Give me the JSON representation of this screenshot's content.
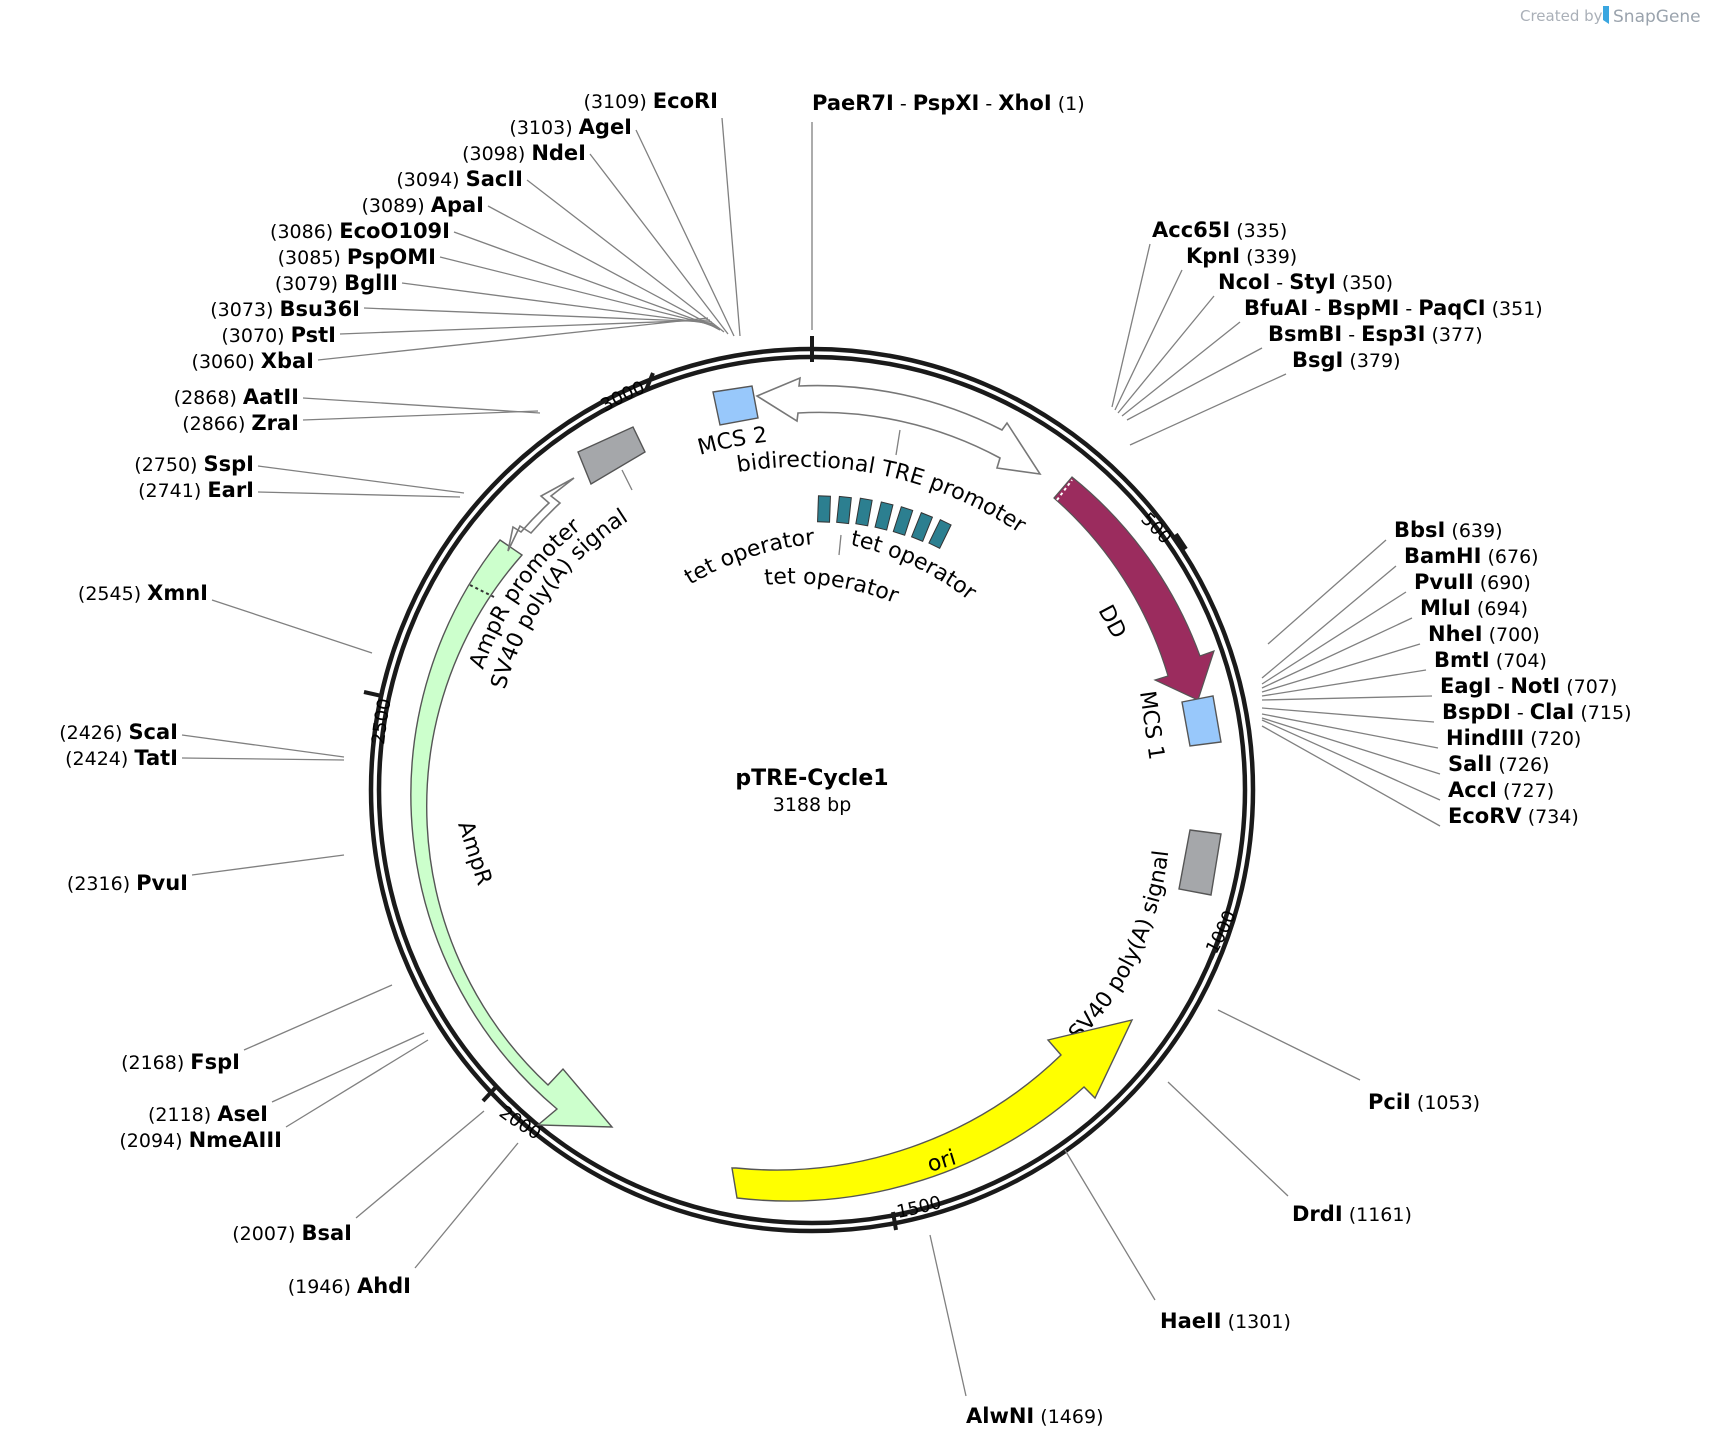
{
  "credit": {
    "created_by": "Created by",
    "brand": "SnapGene"
  },
  "plasmid": {
    "name": "pTRE-Cycle1",
    "length_label": "3188 bp",
    "length": 3188
  },
  "tick_marks": [
    {
      "label": "500",
      "pos": 500
    },
    {
      "label": "1000",
      "pos": 1000
    },
    {
      "label": "1500",
      "pos": 1500
    },
    {
      "label": "2000",
      "pos": 2000
    },
    {
      "label": "2500",
      "pos": 2500
    },
    {
      "label": "3000",
      "pos": 3000
    }
  ],
  "features": [
    {
      "name": "MCS 2",
      "type": "box",
      "color": "#98c8fb"
    },
    {
      "name": "bidirectional TRE promoter",
      "type": "double-arrow",
      "color": "#ffffff"
    },
    {
      "name": "tet operator",
      "type": "repeats",
      "color": "#2c7f90"
    },
    {
      "name": "tet operator",
      "type": "label"
    },
    {
      "name": "tet operator",
      "type": "label"
    },
    {
      "name": "DD",
      "type": "arrow",
      "color": "#9b2c5e"
    },
    {
      "name": "MCS 1",
      "type": "box",
      "color": "#98c8fb"
    },
    {
      "name": "SV40 poly(A) signal",
      "type": "box",
      "color": "#a5a7aa"
    },
    {
      "name": "ori",
      "type": "arrow",
      "color": "#ffff00"
    },
    {
      "name": "AmpR",
      "type": "arrow",
      "color": "#ccffcc"
    },
    {
      "name": "AmpR promoter",
      "type": "arrow",
      "color": "#ffffff"
    },
    {
      "name": "SV40 poly(A) signal",
      "type": "box",
      "color": "#a5a7aa"
    }
  ],
  "enzymes": [
    {
      "names": [
        "PaeR7I",
        "PspXI",
        "XhoI"
      ],
      "pos": "(1)"
    },
    {
      "names": [
        "Acc65I"
      ],
      "pos": "(335)"
    },
    {
      "names": [
        "KpnI"
      ],
      "pos": "(339)"
    },
    {
      "names": [
        "NcoI",
        "StyI"
      ],
      "pos": "(350)"
    },
    {
      "names": [
        "BfuAI",
        "BspMI",
        "PaqCI"
      ],
      "pos": "(351)"
    },
    {
      "names": [
        "BsmBI",
        "Esp3I"
      ],
      "pos": "(377)"
    },
    {
      "names": [
        "BsgI"
      ],
      "pos": "(379)"
    },
    {
      "names": [
        "BbsI"
      ],
      "pos": "(639)"
    },
    {
      "names": [
        "BamHI"
      ],
      "pos": "(676)"
    },
    {
      "names": [
        "PvuII"
      ],
      "pos": "(690)"
    },
    {
      "names": [
        "MluI"
      ],
      "pos": "(694)"
    },
    {
      "names": [
        "NheI"
      ],
      "pos": "(700)"
    },
    {
      "names": [
        "BmtI"
      ],
      "pos": "(704)"
    },
    {
      "names": [
        "EagI",
        "NotI"
      ],
      "pos": "(707)"
    },
    {
      "names": [
        "BspDI",
        "ClaI"
      ],
      "pos": "(715)"
    },
    {
      "names": [
        "HindIII"
      ],
      "pos": "(720)"
    },
    {
      "names": [
        "SalI"
      ],
      "pos": "(726)"
    },
    {
      "names": [
        "AccI"
      ],
      "pos": "(727)"
    },
    {
      "names": [
        "EcoRV"
      ],
      "pos": "(734)"
    },
    {
      "names": [
        "PciI"
      ],
      "pos": "(1053)"
    },
    {
      "names": [
        "DrdI"
      ],
      "pos": "(1161)"
    },
    {
      "names": [
        "HaeII"
      ],
      "pos": "(1301)"
    },
    {
      "names": [
        "AlwNI"
      ],
      "pos": "(1469)"
    },
    {
      "names": [
        "AhdI"
      ],
      "pos": "(1946)"
    },
    {
      "names": [
        "BsaI"
      ],
      "pos": "(2007)"
    },
    {
      "names": [
        "NmeAIII"
      ],
      "pos": "(2094)"
    },
    {
      "names": [
        "AseI"
      ],
      "pos": "(2118)"
    },
    {
      "names": [
        "FspI"
      ],
      "pos": "(2168)"
    },
    {
      "names": [
        "PvuI"
      ],
      "pos": "(2316)"
    },
    {
      "names": [
        "TatI"
      ],
      "pos": "(2424)"
    },
    {
      "names": [
        "ScaI"
      ],
      "pos": "(2426)"
    },
    {
      "names": [
        "XmnI"
      ],
      "pos": "(2545)"
    },
    {
      "names": [
        "EarI"
      ],
      "pos": "(2741)"
    },
    {
      "names": [
        "SspI"
      ],
      "pos": "(2750)"
    },
    {
      "names": [
        "ZraI"
      ],
      "pos": "(2866)"
    },
    {
      "names": [
        "AatII"
      ],
      "pos": "(2868)"
    },
    {
      "names": [
        "XbaI"
      ],
      "pos": "(3060)"
    },
    {
      "names": [
        "PstI"
      ],
      "pos": "(3070)"
    },
    {
      "names": [
        "Bsu36I"
      ],
      "pos": "(3073)"
    },
    {
      "names": [
        "BglII"
      ],
      "pos": "(3079)"
    },
    {
      "names": [
        "PspOMI"
      ],
      "pos": "(3085)"
    },
    {
      "names": [
        "EcoO109I"
      ],
      "pos": "(3086)"
    },
    {
      "names": [
        "ApaI"
      ],
      "pos": "(3089)"
    },
    {
      "names": [
        "SacII"
      ],
      "pos": "(3094)"
    },
    {
      "names": [
        "NdeI"
      ],
      "pos": "(3098)"
    },
    {
      "names": [
        "AgeI"
      ],
      "pos": "(3103)"
    },
    {
      "names": [
        "EcoRI"
      ],
      "pos": "(3109)"
    }
  ]
}
